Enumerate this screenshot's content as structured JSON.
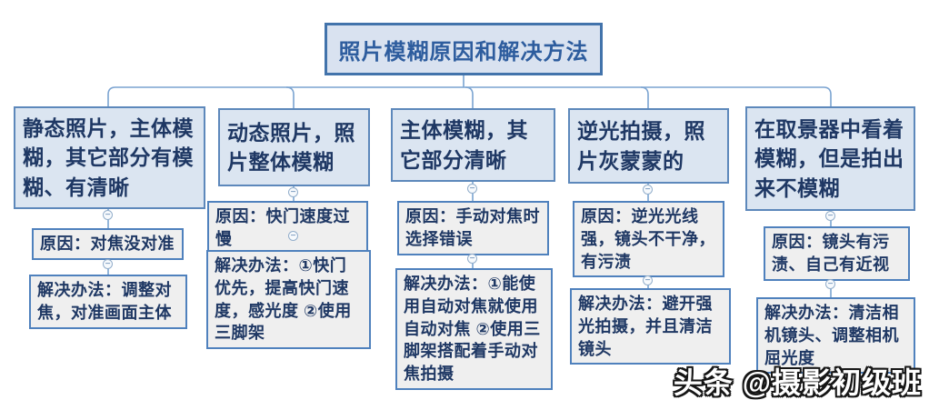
{
  "title": "照片模糊原因和解决方法",
  "watermark": "头条 @摄影初级班",
  "icons": {
    "collapse_glyph": "−"
  },
  "colors": {
    "node_border_blue": "#4f81bd",
    "node_fill_blue": "#dbe5f1",
    "node_fill_gray": "#efefef",
    "text_navy": "#1f3864",
    "connector_blue": "#7aa3d1"
  },
  "branches": [
    {
      "label": "静态照片，主体模糊，其它部分有模糊、有清晰",
      "cause": "原因：对焦没对准",
      "solution": "解决办法：调整对焦，对准画面主体"
    },
    {
      "label": "动态照片，照片整体模糊",
      "cause": "原因：快门速度过慢",
      "solution": "解决办法：①快门优先，提高快门速度，感光度 ②使用三脚架"
    },
    {
      "label": "主体模糊，其它部分清晰",
      "cause": "原因：手动对焦时选择错误",
      "solution": "解决办法：①能使用自动对焦就使用自动对焦 ②使用三脚架搭配着手动对焦拍摄"
    },
    {
      "label": "逆光拍摄，照片灰蒙蒙的",
      "cause": "原因：逆光光线强，镜头不干净，有污渍",
      "solution": "解决办法：避开强光拍摄，并且清洁镜头"
    },
    {
      "label": "在取景器中看着模糊，但是拍出来不模糊",
      "cause": "原因：镜头有污渍、自己有近视",
      "solution": "解决办法：清洁相机镜头、调整相机屈光度"
    }
  ]
}
